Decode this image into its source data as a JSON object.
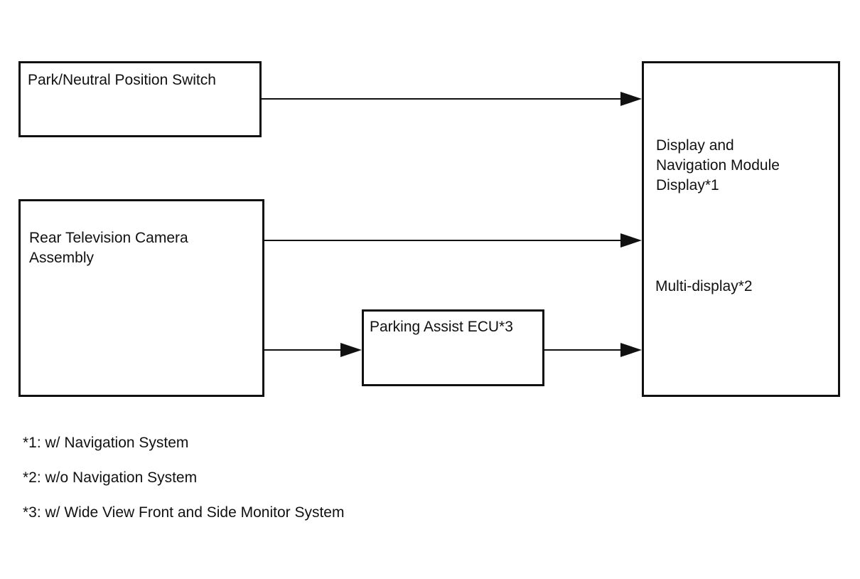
{
  "diagram": {
    "nodes": {
      "park_neutral_switch": {
        "label": "Park/Neutral Position Switch"
      },
      "rear_camera": {
        "label_line1": "Rear Television Camera",
        "label_line2": "Assembly"
      },
      "parking_assist_ecu": {
        "label": "Parking Assist ECU*3"
      },
      "display_module": {
        "label_line1": "Display and",
        "label_line2": "Navigation Module",
        "label_line3": "Display*1",
        "alt_label": "Multi-display*2"
      }
    },
    "edges": [
      {
        "from": "Park/Neutral Position Switch",
        "to": "Display and Navigation Module Display*1"
      },
      {
        "from": "Rear Television Camera Assembly",
        "to": "Display and Navigation Module Display*1"
      },
      {
        "from": "Rear Television Camera Assembly",
        "to": "Parking Assist ECU*3"
      },
      {
        "from": "Parking Assist ECU*3",
        "to": "Display and Navigation Module Display*1"
      }
    ],
    "footnotes": [
      "*1: w/ Navigation System",
      "*2: w/o Navigation System",
      "*3: w/ Wide View Front and Side Monitor System"
    ],
    "colors": {
      "line": "#111111",
      "background": "#ffffff"
    }
  }
}
